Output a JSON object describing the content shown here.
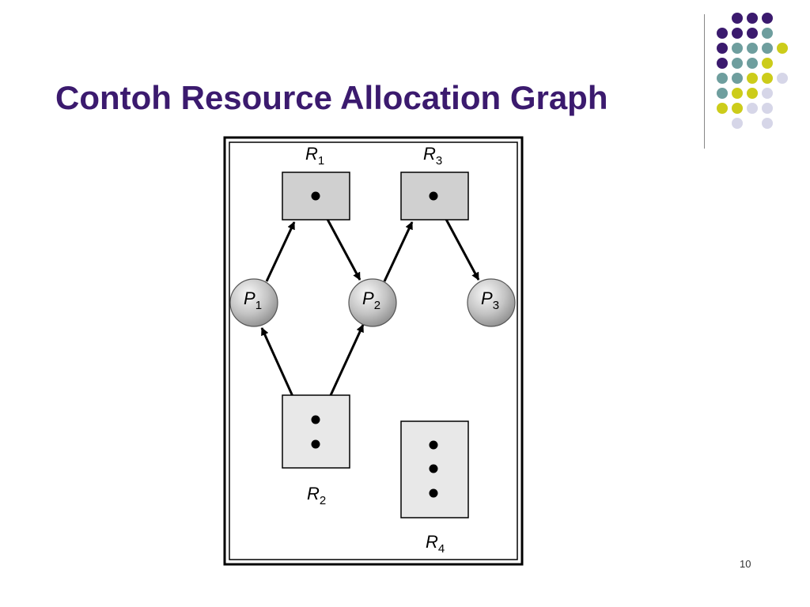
{
  "slide": {
    "title": "Contoh Resource Allocation Graph",
    "page_number": "10"
  },
  "colors": {
    "title": "#3b1a6e",
    "dot_purple": "#3b1a6e",
    "dot_teal": "#6e9e9e",
    "dot_yellow": "#cccc1a",
    "dot_lavender": "#d6d6e8",
    "resource_dark": "#d0d0d0",
    "resource_light": "#e8e8e8"
  },
  "decoration": {
    "dot_grid": [
      [
        "",
        "purple",
        "purple",
        "purple",
        ""
      ],
      [
        "purple",
        "purple",
        "purple",
        "teal",
        ""
      ],
      [
        "purple",
        "teal",
        "teal",
        "teal",
        "yellow"
      ],
      [
        "purple",
        "teal",
        "teal",
        "yellow",
        ""
      ],
      [
        "teal",
        "teal",
        "yellow",
        "yellow",
        "lavender"
      ],
      [
        "teal",
        "yellow",
        "yellow",
        "lavender",
        ""
      ],
      [
        "yellow",
        "yellow",
        "lavender",
        "lavender",
        ""
      ],
      [
        "",
        "lavender",
        "",
        "lavender",
        ""
      ]
    ]
  },
  "graph": {
    "resources": [
      {
        "id": "R1",
        "label": "R",
        "sub": "1",
        "instances": 1
      },
      {
        "id": "R2",
        "label": "R",
        "sub": "2",
        "instances": 2
      },
      {
        "id": "R3",
        "label": "R",
        "sub": "3",
        "instances": 1
      },
      {
        "id": "R4",
        "label": "R",
        "sub": "4",
        "instances": 3
      }
    ],
    "processes": [
      {
        "id": "P1",
        "label": "P",
        "sub": "1"
      },
      {
        "id": "P2",
        "label": "P",
        "sub": "2"
      },
      {
        "id": "P3",
        "label": "P",
        "sub": "3"
      }
    ],
    "edges": [
      {
        "from": "P1",
        "to": "R1",
        "type": "request"
      },
      {
        "from": "R1",
        "to": "P2",
        "type": "assignment"
      },
      {
        "from": "P2",
        "to": "R3",
        "type": "request"
      },
      {
        "from": "R3",
        "to": "P3",
        "type": "assignment"
      },
      {
        "from": "R2",
        "to": "P1",
        "type": "assignment"
      },
      {
        "from": "R2",
        "to": "P2",
        "type": "assignment"
      }
    ]
  }
}
